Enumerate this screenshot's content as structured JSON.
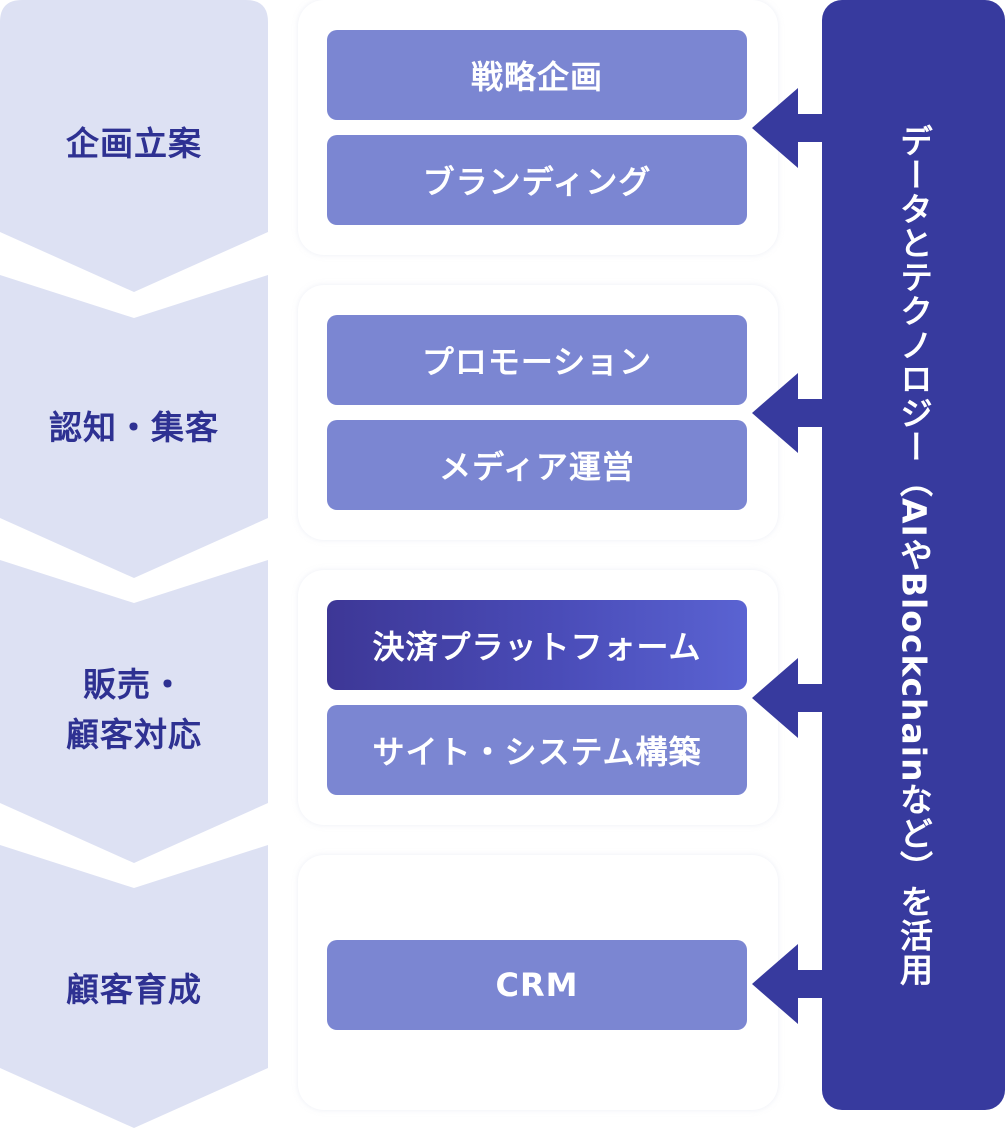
{
  "stages": [
    {
      "label": "企画立案"
    },
    {
      "label": "認知・集客"
    },
    {
      "label_line1": "販売・",
      "label_line2": "顧客対応"
    },
    {
      "label": "顧客育成"
    }
  ],
  "items": {
    "strategy": "戦略企画",
    "branding": "ブランディング",
    "promotion": "プロモーション",
    "media": "メディア運営",
    "payment": "決済プラットフォーム",
    "system": "サイト・システム構築",
    "crm": "CRM"
  },
  "tech": {
    "label": "データとテクノロジー（AIやBlockchainなど）を活用"
  },
  "colors": {
    "stage_bg": "#dde1f3",
    "stage_text": "#2e3192",
    "item_bg": "#7b86d2",
    "item_highlight": "#4a4cb8",
    "tech_bar": "#373a9e"
  }
}
